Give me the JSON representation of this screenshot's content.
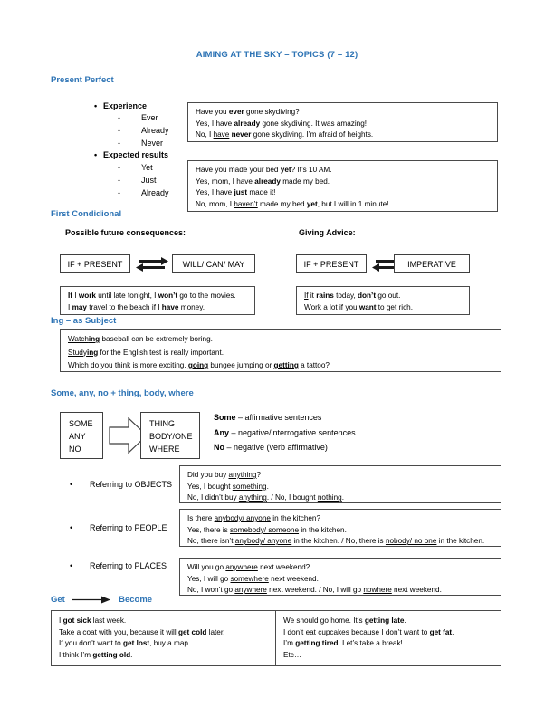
{
  "document": {
    "title": "AIMING AT THE SKY – TOPICS (7 – 12)",
    "accent_color": "#2E74B5",
    "border_color": "#4A4A4A"
  },
  "sections": {
    "present_perfect": {
      "heading": "Present Perfect",
      "groups": [
        {
          "label": "Experience",
          "items": [
            "Ever",
            "Already",
            "Never"
          ],
          "examples": [
            "Have you <b>ever</b> gone skydiving?",
            "Yes, I have <b>already</b> gone skydiving. It was amazing!",
            "No, I <u>have</u> <b>never</b> gone skydiving. I’m afraid of heights."
          ]
        },
        {
          "label": "Expected results",
          "items": [
            "Yet",
            "Just",
            "Already"
          ],
          "examples": [
            "Have you made your bed <b>yet</b>? It’s 10 AM.",
            "Yes, mom, I have <b>already</b> made my bed.",
            "Yes, I have <b>just</b> made it!",
            "No, mom, I <u>haven’t</u> made my bed <b>yet</b>, but I will in 1 minute!"
          ]
        }
      ]
    },
    "first_conditional": {
      "heading": "First Condidional",
      "columns": [
        {
          "subheading": "Possible future consequences:",
          "formula_left": "IF + PRESENT",
          "formula_right": "WILL/ CAN/ MAY",
          "arrow": "double-arrow-icon",
          "examples": [
            "<b>If</b> I <b>work</b> until late tonight, I <b>won’t</b> go to the movies.",
            "I <b>may</b> travel to the beach <u>if</u> I <b>have</b> money."
          ]
        },
        {
          "subheading": "Giving Advice:",
          "formula_left": "IF + PRESENT",
          "formula_right": "IMPERATIVE",
          "arrow": "double-arrow-icon",
          "examples": [
            "<u>If</u> it <b>rains</b> today, <b>don’t</b> go out.",
            "Work a lot <u>if</u> you <b>want</b> to get rich."
          ]
        }
      ]
    },
    "ing_subject": {
      "heading": "Ing – as Subject",
      "examples": [
        "<u>Watch<b>ing</b></u> baseball can be extremely boring.",
        "<u>Study<b>ing</b></u> for the English test is really important.",
        "Which do you think is more exciting, <u><b>going</b></u> bungee jumping or <u><b>getting</b></u> a tattoo?"
      ]
    },
    "some_any_no": {
      "heading": "Some,  any,  no + thing, body, where",
      "left_box": [
        "SOME",
        "ANY",
        "NO"
      ],
      "right_box": [
        "THING",
        "BODY/ONE",
        "WHERE"
      ],
      "arrow": "block-arrow-right-icon",
      "legend": [
        "<b>Some</b> – affirmative sentences",
        "<b>Any</b> – negative/interrogative sentences",
        "<b>No</b> – negative (verb affirmative)"
      ],
      "referring": [
        {
          "label": "Referring to OBJECTS",
          "examples": [
            "Did you buy <u>anything</u>?",
            "Yes, I bought <u>something</u>.",
            "No, I didn’t buy <u>anything</u>. / No, I bought <u>nothing</u>."
          ]
        },
        {
          "label": "Referring to PEOPLE",
          "examples": [
            "Is there <u>anybody/ anyone</u> in the kitchen?",
            "Yes, there is <u>somebody/ someone</u> in the kitchen.",
            "No, there isn’t <u>anybody/ anyone</u> in the kitchen. / No, there is <u>nobody/ no one</u> in the kitchen."
          ]
        },
        {
          "label": "Referring to PLACES",
          "examples": [
            "Will you go <u>anywhere</u> next weekend?",
            "Yes, I will go <u>somewhere</u> next weekend.",
            "No, I won’t go <u>anywhere</u> next weekend. / No, I will go <u>nowhere</u> next weekend."
          ]
        }
      ]
    },
    "get_become": {
      "heading_left": "Get",
      "heading_right": "Become",
      "arrow": "arrow-right-icon",
      "left_examples": [
        "I <b>got sick</b> last week.",
        "Take a coat with you, because it will <b>get cold</b> later.",
        "If you don’t want to <b>get lost</b>, buy a map.",
        "I think I’m <b>getting old</b>."
      ],
      "right_examples": [
        "We should go home. It’s <b>getting late</b>.",
        "I don’t eat cupcakes because I don’t want to <b>get fat</b>.",
        "I’m <b>getting tired</b>. Let’s take a break!",
        "Etc…"
      ]
    }
  }
}
